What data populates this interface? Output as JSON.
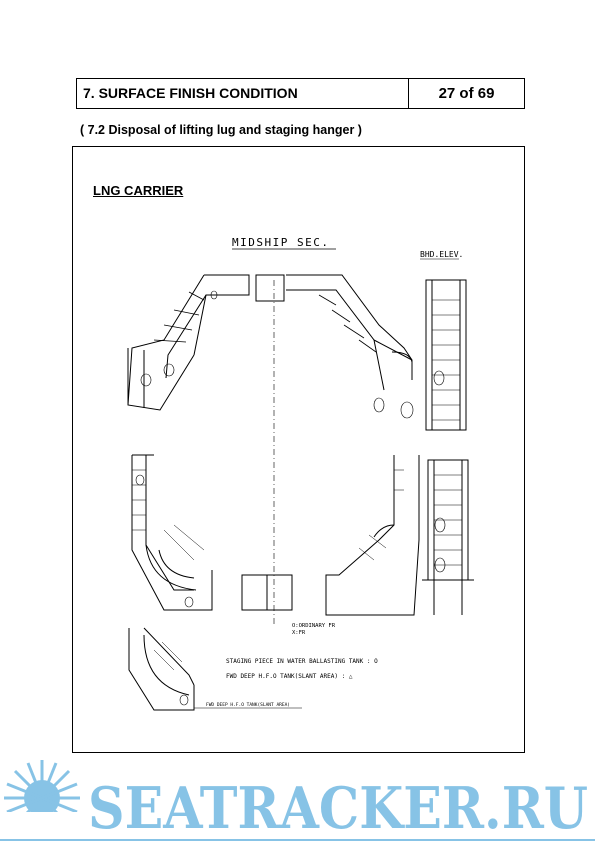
{
  "header": {
    "title": "7. SURFACE FINISH CONDITION",
    "page": "27 of 69"
  },
  "subtitle": "( 7.2 Disposal of lifting lug and staging hanger )",
  "section_title": "LNG CARRIER",
  "drawing": {
    "midship_label": "MIDSHIP SEC.",
    "bhd_label": "BHD.ELEV.",
    "ordinary_fr": "O:ORDINARY FR",
    "ordinary_x": "X:FR",
    "legend_1": "STAGING PIECE IN WATER BALLASTING TANK : O",
    "legend_2": "FWD DEEP H.F.O TANK(SLANT AREA)        : △",
    "slant_label": "FWD DEEP H.F.O TANK(SLANT AREA)"
  },
  "watermark": {
    "text": "SEATRACKER.RU",
    "color": "#87c3e6"
  }
}
